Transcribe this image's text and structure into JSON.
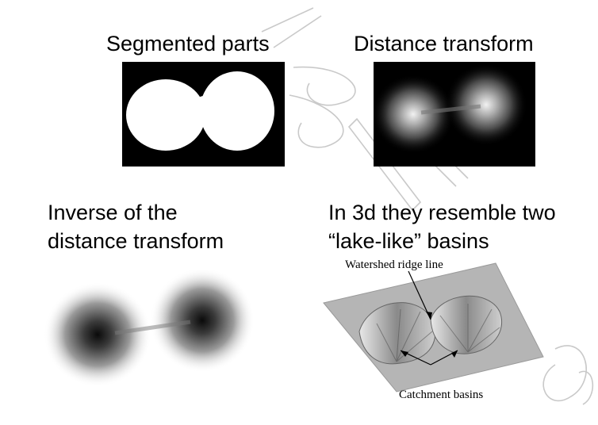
{
  "panels": {
    "segmented": {
      "title": "Segmented parts"
    },
    "distance": {
      "title": "Distance transform"
    },
    "inverse": {
      "title_line1": "Inverse of the",
      "title_line2": "distance transform"
    },
    "basins3d": {
      "title_line1": "In 3d they resemble two",
      "title_line2": "“lake-like” basins",
      "ridge_caption": "Watershed ridge line",
      "catchment_caption": "Catchment basins"
    }
  },
  "colors": {
    "background": "#ffffff",
    "plate": "#b5b5b5",
    "watermark": "#c8c8c8"
  }
}
